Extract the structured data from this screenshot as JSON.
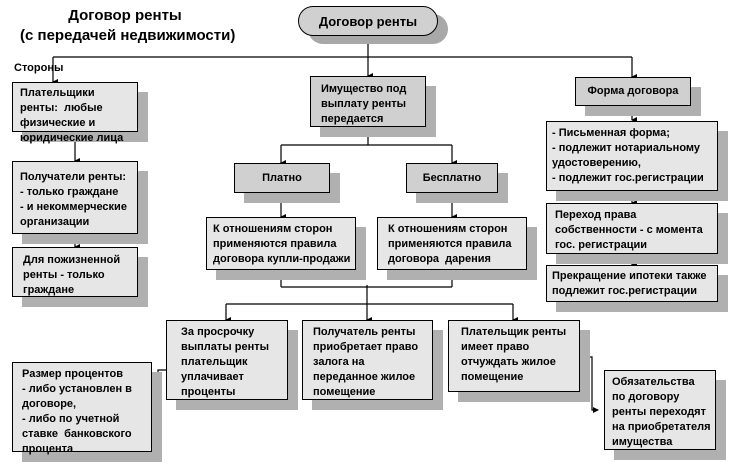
{
  "heading": {
    "line1": "Договор ренты",
    "line2": "(с передачей недвижимости)"
  },
  "root": {
    "label": "Договор ренты"
  },
  "parties_label": "Стороны",
  "left_column": [
    {
      "lines": [
        "Плательщики",
        "ренты:  любые",
        "физические и",
        "юридические лица"
      ]
    },
    {
      "lines": [
        "Получатели ренты:",
        "- только граждане",
        "- и некоммерческие",
        "организации"
      ]
    },
    {
      "lines": [
        "Для пожизненной",
        "ренты - только",
        "граждане"
      ]
    }
  ],
  "center": {
    "property": {
      "lines": [
        "Имущество под",
        "выплату ренты",
        "передается"
      ]
    },
    "paid": {
      "label": "Платно"
    },
    "free": {
      "label": "Бесплатно"
    },
    "paid_rules": {
      "lines": [
        "К отношениям сторон",
        "применяются правила",
        "договора купли-продажи"
      ]
    },
    "free_rules": {
      "lines": [
        "К отношениям сторон",
        "применяются правила",
        "договора  дарения"
      ]
    }
  },
  "right_column": {
    "form_title": {
      "label": "Форма договора"
    },
    "form_details": {
      "lines": [
        "- Письменная форма;",
        "- подлежит нотариальному",
        "удостоверению,",
        "- подлежит гос.регистрации"
      ]
    },
    "ownership": {
      "lines": [
        "Переход права",
        "собственности - с момента",
        "гос. регистрации"
      ]
    },
    "mortgage": {
      "lines": [
        "Прекращение ипотеки также",
        "подлежит гос.регистрации"
      ]
    }
  },
  "bottom": {
    "overdue": {
      "lines": [
        "За просрочку",
        "выплаты ренты",
        "плательщик",
        "уплачивает",
        "проценты"
      ]
    },
    "interest": {
      "lines": [
        "Размер процентов",
        "- либо установлен в",
        "договоре,",
        "- либо по учетной",
        "ставке  банковского",
        "процента"
      ]
    },
    "pledge": {
      "lines": [
        "Получатель ренты",
        "приобретает право",
        "залога на",
        "переданное жилое",
        "помещение"
      ]
    },
    "alienate": {
      "lines": [
        "Плательщик ренты",
        "имеет право",
        "отчуждать жилое",
        "помещение"
      ]
    },
    "obligations": {
      "lines": [
        "Обязательства",
        "по договору",
        "ренты переходят",
        "на приобретателя",
        "имущества"
      ]
    }
  }
}
